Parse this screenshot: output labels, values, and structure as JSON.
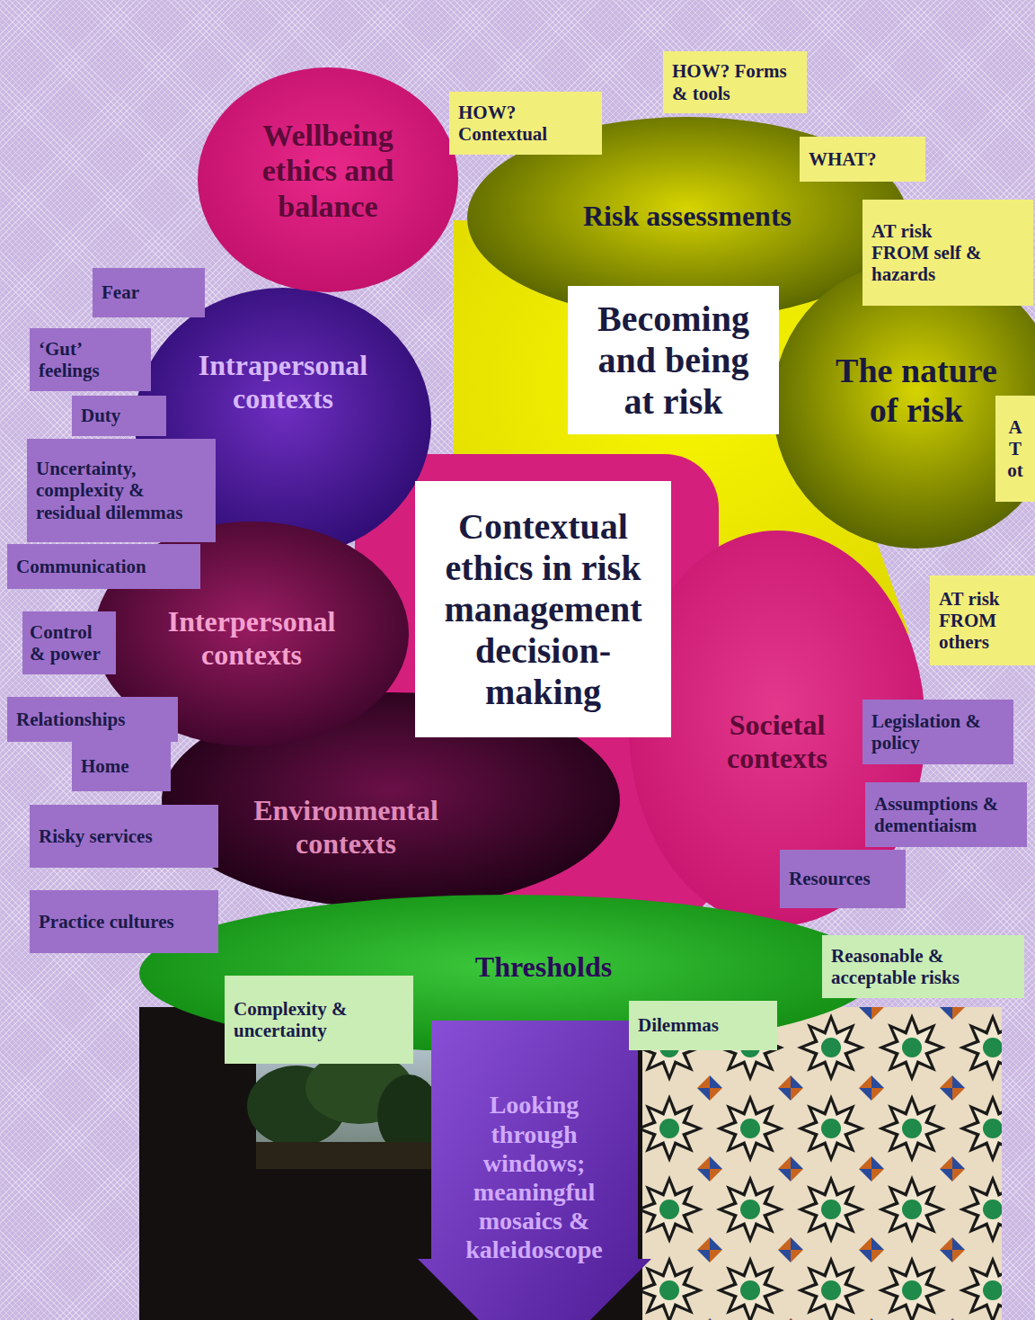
{
  "diagram": {
    "nodes": [
      {
        "text": [
          "Wellbeing ethics and balance"
        ]
      },
      {
        "text": [
          "HOW? Contextual"
        ]
      },
      {
        "text": [
          "HOW? Forms & tools"
        ]
      },
      {
        "text": [
          "WHAT?"
        ]
      },
      {
        "text": [
          "Risk assessments"
        ]
      },
      {
        "text": [
          "AT risk FROM self & hazards"
        ]
      },
      {
        "text": [
          "Fear"
        ]
      },
      {
        "text": [
          "‘Gut’ feelings"
        ]
      },
      {
        "text": [
          "Intrapersonal contexts"
        ]
      },
      {
        "text": [
          "Becoming and being at risk"
        ]
      },
      {
        "text": [
          "The nature of risk"
        ]
      },
      {
        "text": [
          "A T ot"
        ]
      },
      {
        "text": [
          "Duty"
        ]
      },
      {
        "text": [
          "Uncertainty, complexity & residual dilemmas"
        ]
      },
      {
        "text": [
          "Contextual ethics in risk management decision-making"
        ]
      },
      {
        "text": [
          "Communication"
        ]
      },
      {
        "text": [
          "Control & power"
        ]
      },
      {
        "text": [
          "Interpersonal contexts"
        ]
      },
      {
        "text": [
          "AT risk FROM others"
        ]
      },
      {
        "text": [
          "Relationships"
        ]
      },
      {
        "text": [
          "Home"
        ]
      },
      {
        "text": [
          "Societal contexts"
        ]
      },
      {
        "text": [
          "Legislation & policy"
        ]
      },
      {
        "text": [
          "Risky services"
        ]
      },
      {
        "text": [
          "Environmental contexts"
        ]
      },
      {
        "text": [
          "Assumptions & dementiaism"
        ]
      },
      {
        "text": [
          "Resources"
        ]
      },
      {
        "text": [
          "Practice cultures"
        ]
      },
      {
        "text": [
          "Thresholds"
        ]
      },
      {
        "text": [
          "Reasonable & acceptable risks"
        ]
      },
      {
        "text": [
          "Complexity & uncertainty"
        ]
      },
      {
        "text": [
          "Dilemmas"
        ]
      },
      {
        "text": [
          "Looking through windows; meaningful mosaics & kaleidoscope"
        ]
      }
    ]
  }
}
